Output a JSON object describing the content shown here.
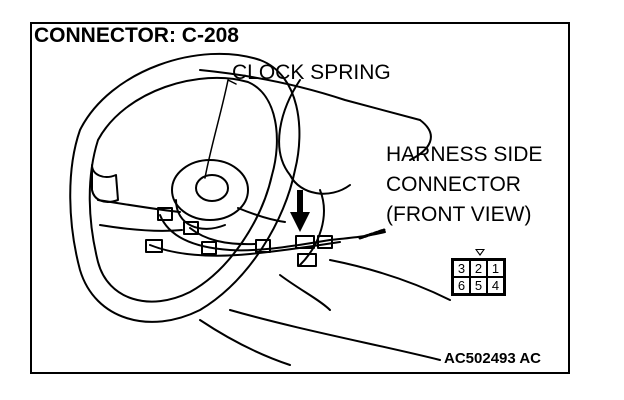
{
  "labels": {
    "title": "CONNECTOR: C-208",
    "clock_spring": "CLOCK SPRING",
    "harness_line1": "HARNESS SIDE",
    "harness_line2": "CONNECTOR",
    "harness_line3": "(FRONT VIEW)",
    "figure_code": "AC502493 AC"
  },
  "connector_pins": {
    "top_row": [
      "3",
      "2",
      "1"
    ],
    "bottom_row": [
      "6",
      "5",
      "4"
    ]
  }
}
